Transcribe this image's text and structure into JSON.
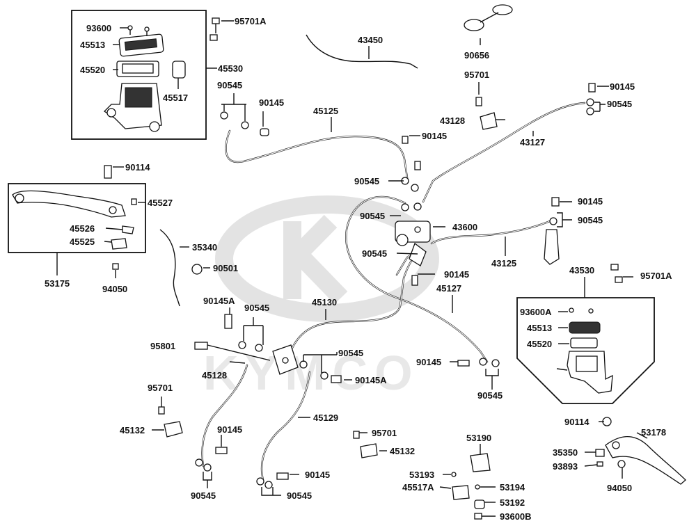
{
  "diagram": {
    "watermark_brand": "KYMCO",
    "labels": {
      "l_93600": "93600",
      "l_95701A_a": "95701A",
      "l_45513_a": "45513",
      "l_45520_a": "45520",
      "l_45530": "45530",
      "l_45517": "45517",
      "l_43450": "43450",
      "l_90656": "90656",
      "l_95701_a": "95701",
      "l_90545_a": "90545",
      "l_90145_a": "90145",
      "l_45125": "45125",
      "l_90145_b": "90145",
      "l_90545_b": "90545",
      "l_43128": "43128",
      "l_90145_c": "90145",
      "l_43127": "43127",
      "l_90114_a": "90114",
      "l_45527": "45527",
      "l_45526": "45526",
      "l_45525": "45525",
      "l_53175": "53175",
      "l_94050_a": "94050",
      "l_35340": "35340",
      "l_90501": "90501",
      "l_90545_c": "90545",
      "l_90545_d": "90545",
      "l_43600": "43600",
      "l_90145_d": "90145",
      "l_90545_e": "90545",
      "l_43125": "43125",
      "l_90545_f": "90545",
      "l_90145_e": "90145",
      "l_43530": "43530",
      "l_95701A_b": "95701A",
      "l_90145A_a": "90145A",
      "l_90545_g": "90545",
      "l_45130": "45130",
      "l_45127": "45127",
      "l_93600A": "93600A",
      "l_45513_b": "45513",
      "l_45520_b": "45520",
      "l_95801": "95801",
      "l_45128": "45128",
      "l_90545_h": "90545",
      "l_90145A_b": "90145A",
      "l_90145_f": "90145",
      "l_90545_i": "90545",
      "l_95701_b": "95701",
      "l_45132_a": "45132",
      "l_90145_g": "90145",
      "l_90545_j": "90545",
      "l_45129": "45129",
      "l_95701_c": "95701",
      "l_45132_b": "45132",
      "l_53190": "53190",
      "l_53193": "53193",
      "l_45517A": "45517A",
      "l_53194": "53194",
      "l_53192": "53192",
      "l_93600B": "93600B",
      "l_90145_h": "90145",
      "l_90545_k": "90545",
      "l_90114_b": "90114",
      "l_53178": "53178",
      "l_35350": "35350",
      "l_93893": "93893",
      "l_94050_b": "94050"
    }
  }
}
